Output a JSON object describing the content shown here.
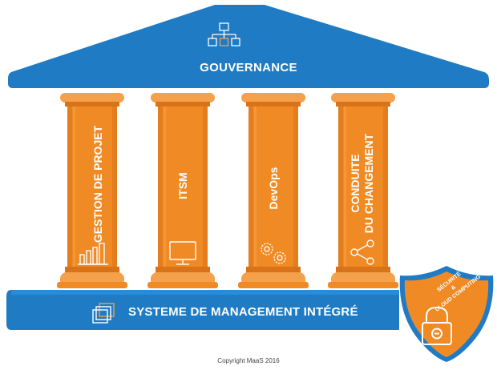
{
  "roof": {
    "title": "GOUVERNANCE",
    "icon": "org-chart-icon"
  },
  "pillars": [
    {
      "label": "GESTION DE PROJET",
      "icon": "bar-chart-icon"
    },
    {
      "label": "ITSM",
      "icon": "monitor-icon"
    },
    {
      "label": "DevOps",
      "icon": "gears-icon"
    },
    {
      "label": "CONDUITE\nDU CHANGEMENT",
      "icon": "share-icon"
    }
  ],
  "base": {
    "title": "SYSTEME DE MANAGEMENT INTÉGRÉ",
    "icon": "stacked-squares-icon"
  },
  "badge": {
    "lines": [
      "SÉCURITÉ",
      "&",
      "CLOUD COMPUTING"
    ],
    "icon": "padlock-icon"
  },
  "copyright": "Copyright MaaS 2016",
  "colors": {
    "blue": "#1e7bc4",
    "orange": "#f08a24",
    "orange_light": "#f5a04a",
    "orange_dark": "#d9731a",
    "white": "#ffffff"
  }
}
